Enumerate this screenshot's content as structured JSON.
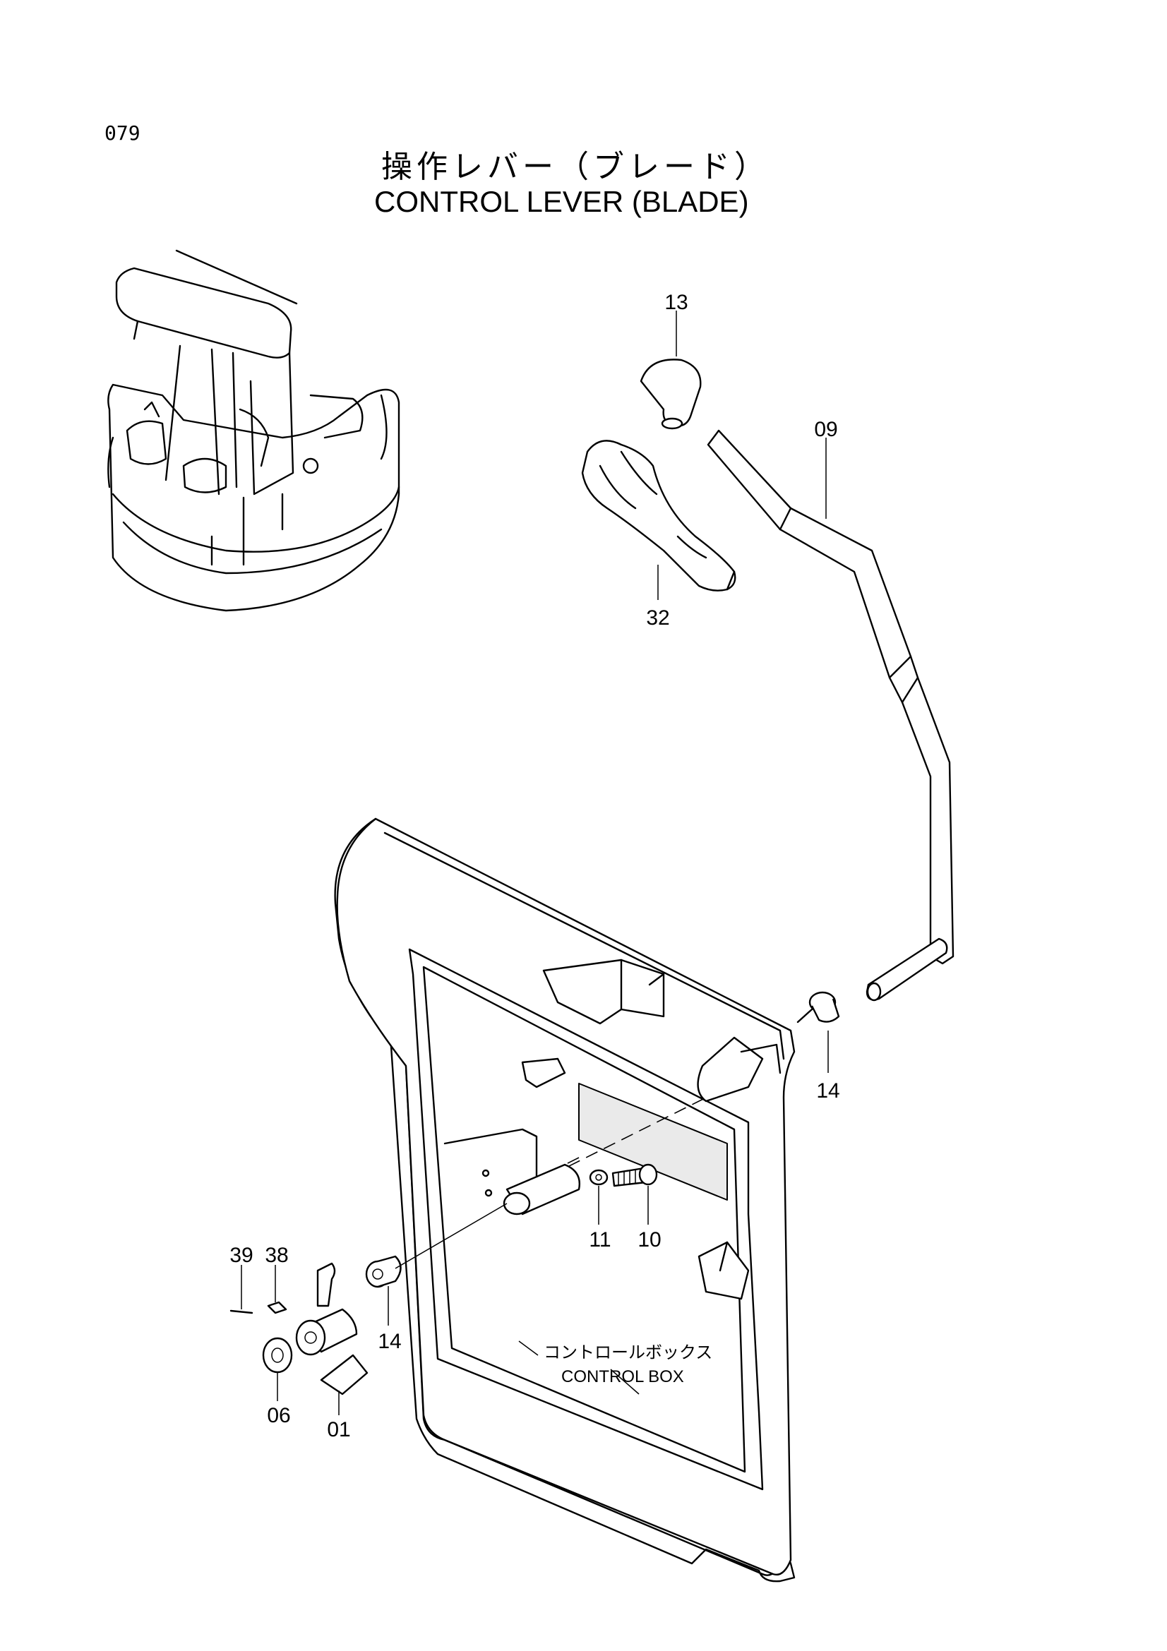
{
  "page_number": "079",
  "title_japanese": "操作レバー（ブレード）",
  "title_english": "CONTROL LEVER (BLADE)",
  "parts": [
    {
      "label": "13"
    },
    {
      "label": "09"
    },
    {
      "label": "32"
    },
    {
      "label": "14"
    },
    {
      "label": "11"
    },
    {
      "label": "10"
    },
    {
      "label": "39"
    },
    {
      "label": "38"
    },
    {
      "label": "14"
    },
    {
      "label": "06"
    },
    {
      "label": "01"
    }
  ],
  "control_box": {
    "label_japanese": "コントロールボックス",
    "label_english": "CONTROL BOX"
  }
}
